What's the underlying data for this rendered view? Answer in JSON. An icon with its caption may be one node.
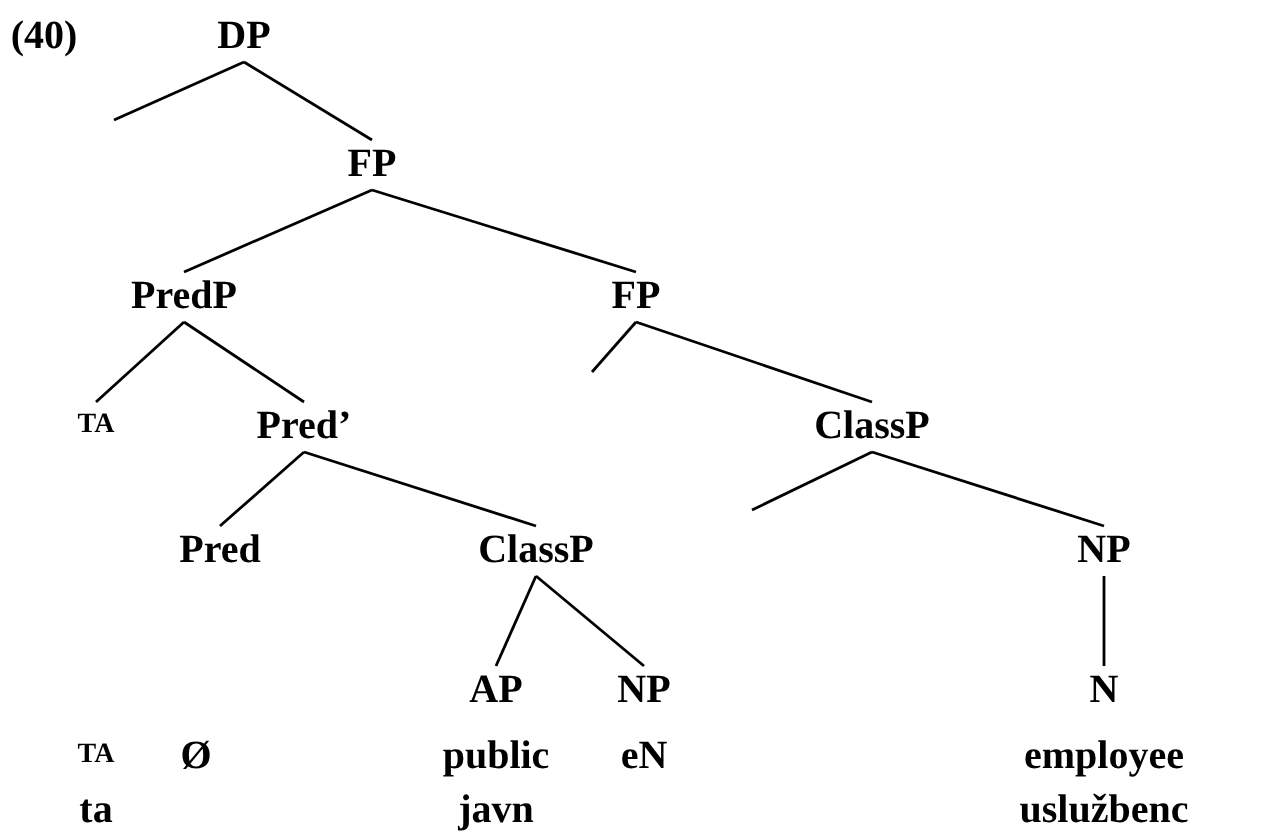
{
  "diagram": {
    "nodes": [
      {
        "text": [
          "DP"
        ]
      },
      {
        "text": [
          "FP"
        ]
      },
      {
        "text": [
          "PredP"
        ]
      },
      {
        "text": [
          "FP"
        ]
      },
      {
        "text": [
          "TA"
        ]
      },
      {
        "text": [
          "Pred’"
        ]
      },
      {
        "text": [
          "ClassP"
        ]
      },
      {
        "text": [
          "Pred"
        ]
      },
      {
        "text": [
          "ClassP"
        ]
      },
      {
        "text": [
          "NP"
        ]
      },
      {
        "text": [
          "AP"
        ]
      },
      {
        "text": [
          "NP"
        ]
      },
      {
        "text": [
          "N"
        ]
      }
    ],
    "edges": [
      {
        "from": 0,
        "to": null,
        "arrow": "none"
      },
      {
        "from": 0,
        "to": 1,
        "arrow": "none"
      },
      {
        "from": 1,
        "to": 2,
        "arrow": "none"
      },
      {
        "from": 1,
        "to": 3,
        "arrow": "none"
      },
      {
        "from": 2,
        "to": 4,
        "arrow": "none"
      },
      {
        "from": 2,
        "to": 5,
        "arrow": "none"
      },
      {
        "from": 3,
        "to": null,
        "arrow": "none"
      },
      {
        "from": 3,
        "to": 6,
        "arrow": "none"
      },
      {
        "from": 5,
        "to": 7,
        "arrow": "none"
      },
      {
        "from": 5,
        "to": 8,
        "arrow": "none"
      },
      {
        "from": 6,
        "to": null,
        "arrow": "none"
      },
      {
        "from": 6,
        "to": 9,
        "arrow": "none"
      },
      {
        "from": 8,
        "to": 10,
        "arrow": "none"
      },
      {
        "from": 8,
        "to": 11,
        "arrow": "none"
      },
      {
        "from": 9,
        "to": 12,
        "arrow": "none"
      }
    ],
    "labels": [
      "(40)",
      "TA",
      "Ø",
      "public",
      "eN",
      "employee",
      "ta",
      "javn",
      "uslužbenc"
    ]
  }
}
